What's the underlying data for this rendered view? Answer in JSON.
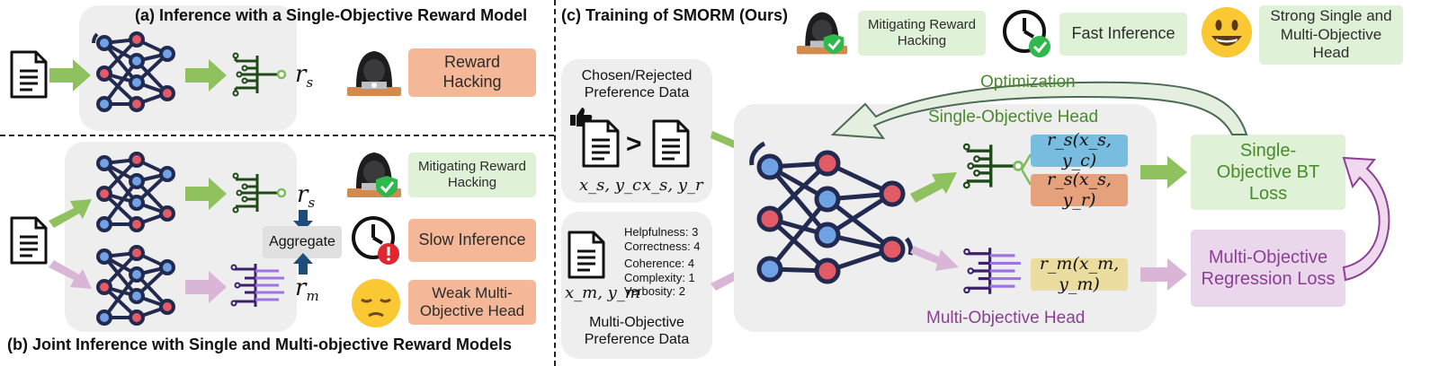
{
  "panel_a": {
    "title": "(a) Inference with a Single-Objective Reward Model",
    "reward_label": "r_s",
    "badge": "Reward Hacking"
  },
  "panel_b": {
    "title": "(b) Joint Inference with Single and Multi-objective Reward Models",
    "aggregate": "Aggregate",
    "rs_label": "r_s",
    "rm_label": "r_m",
    "badges": {
      "mitigating": "Mitigating Reward Hacking",
      "slow": "Slow Inference",
      "weak": "Weak Multi-Objective Head"
    }
  },
  "panel_c": {
    "title": "(c) Training of SMORM (Ours)",
    "legend": {
      "mitigating": "Mitigating Reward Hacking",
      "fast": "Fast Inference",
      "strong": "Strong Single and Multi-Objective Head"
    },
    "preference_title": "Chosen/Rejected Preference Data",
    "chosen_label": "x_s, y_c",
    "rejected_label": "x_s, y_r",
    "multi_doc_label": "x_m, y_m",
    "attributes": [
      "Helpfulness: 3",
      "Correctness: 4",
      "Coherence: 4",
      "Complexity: 1",
      "Verbosity: 2"
    ],
    "multi_title": "Multi-Objective Preference Data",
    "optimization": "Optimization",
    "single_head": "Single-Objective Head",
    "multi_head": "Multi-Objective Head",
    "score_c": "r_s(x_s, y_c)",
    "score_r": "r_s(x_s, y_r)",
    "score_m": "r_m(x_m, y_m)",
    "bt_loss": "Single-Objective BT Loss",
    "reg_loss": "Multi-Objective Regression Loss"
  },
  "colors": {
    "green_arrow": "#8fc25f",
    "pink_arrow": "#d9b5d6",
    "single_head": "#4a8a2a",
    "multi_head": "#8b3f94",
    "score_blue": "#78bde0",
    "score_orange": "#e5a17c",
    "score_yellow": "#ebdca0",
    "badge_green": "#dff1d6",
    "badge_salmon": "#f4b899"
  }
}
